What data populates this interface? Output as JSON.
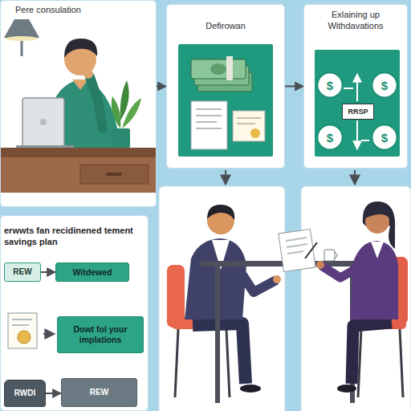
{
  "diagram": {
    "nodes": [
      {
        "text": [
          "Pere consulation"
        ]
      },
      {
        "text": [
          "Defirowan"
        ]
      },
      {
        "text": [
          "Exlaining up Withdavations"
        ]
      },
      {
        "text": [
          "$"
        ],
        "in": 2
      },
      {
        "text": [
          "$"
        ],
        "in": 2
      },
      {
        "text": [
          "RRSP"
        ],
        "in": 2
      },
      {
        "text": [
          "$"
        ],
        "in": 2
      },
      {
        "text": [
          "$"
        ],
        "in": 2
      },
      {
        "text": [
          "erwwts fan recidinened tement savings plan"
        ]
      },
      {
        "text": [
          "REW"
        ],
        "in": 8
      },
      {
        "text": [
          "Witdewed"
        ],
        "in": 8
      },
      {
        "text": [
          "Dowt fol your implations"
        ],
        "in": 8
      },
      {
        "text": [
          "RWDI"
        ],
        "in": 8
      },
      {
        "text": [
          "REW"
        ],
        "in": 8
      }
    ],
    "edges": [
      {
        "from": 0,
        "to": 1,
        "arrow": "to"
      },
      {
        "from": 1,
        "to": 2,
        "arrow": "to"
      },
      {
        "from": 9,
        "to": 10,
        "arrow": "to"
      },
      {
        "from": 12,
        "to": 13,
        "arrow": "to"
      }
    ]
  }
}
